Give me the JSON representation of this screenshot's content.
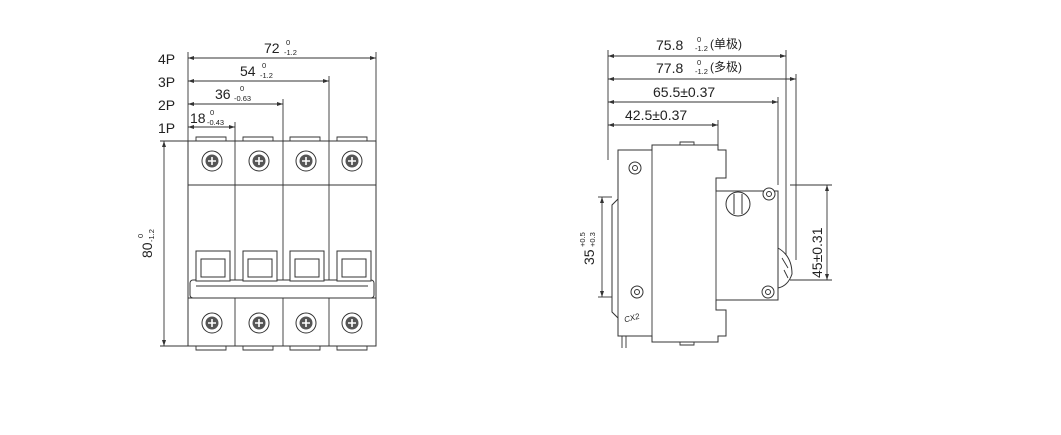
{
  "front_view": {
    "pole_labels": [
      "1P",
      "2P",
      "3P",
      "4P"
    ],
    "widths": [
      {
        "value": "18",
        "tol_upper": "0",
        "tol_lower": "-0.43"
      },
      {
        "value": "36",
        "tol_upper": "0",
        "tol_lower": "-0.63"
      },
      {
        "value": "54",
        "tol_upper": "0",
        "tol_lower": "-1.2"
      },
      {
        "value": "72",
        "tol_upper": "0",
        "tol_lower": "-1.2"
      }
    ],
    "height": {
      "value": "80",
      "tol_upper": "0",
      "tol_lower": "-1.2"
    }
  },
  "side_view": {
    "depth_single": {
      "value": "75.8",
      "tol_upper": "0",
      "tol_lower": "-1.2",
      "note": "(单极)"
    },
    "depth_multi": {
      "value": "77.8",
      "tol_upper": "0",
      "tol_lower": "-1.2",
      "note": "(多极)"
    },
    "depth_mid": "65.5±0.37",
    "depth_short": "42.5±0.37",
    "rail": {
      "value": "35",
      "tol_upper": "+0.5",
      "tol_lower": "+0.3"
    },
    "height_45": "45±0.31",
    "marking": "CX2"
  }
}
